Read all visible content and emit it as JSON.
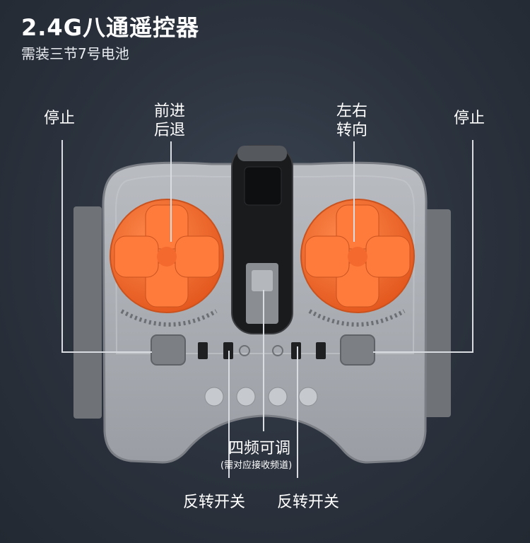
{
  "header": {
    "title": "2.4G八通遥控器",
    "subtitle": "需装三节7号电池"
  },
  "callouts": {
    "stop_left": "停止",
    "stop_right": "停止",
    "forward_back_line1": "前进",
    "forward_back_line2": "后退",
    "left_right_line1": "左右",
    "left_right_line2": "转向",
    "frequency": "四频可调",
    "frequency_note": "(需对应接收频道)",
    "reverse_switch_left": "反转开关",
    "reverse_switch_right": "反转开关"
  },
  "colors": {
    "background": "#2b323d",
    "body_gray": "#a9acb1",
    "dpad_orange": "#f0672b",
    "callout_line": "#d9dde2"
  }
}
